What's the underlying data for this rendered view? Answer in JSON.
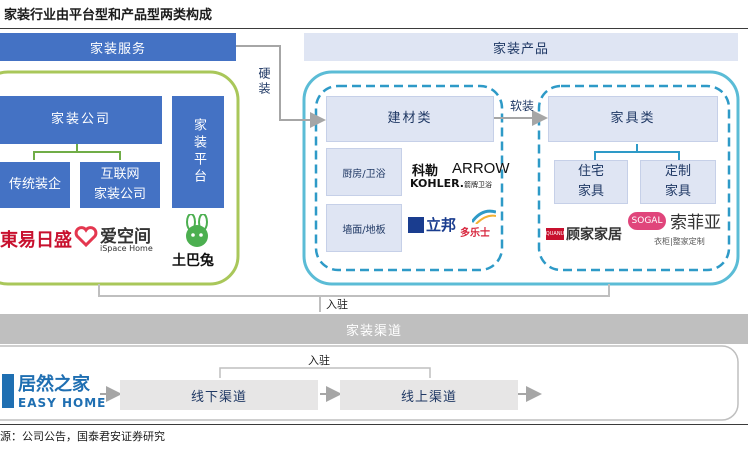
{
  "title": "家装行业由平台型和产品型两类构成",
  "source": "源：公司公告，国泰君安证券研究",
  "service": {
    "header": "家装服务",
    "company_box": "家装公司",
    "platform_box": "家装平台",
    "traditional": "传统装企",
    "internet": [
      "互联网",
      "家装公司"
    ],
    "logos": {
      "dongyi": "東易日盛",
      "ispace": "爱空间",
      "ispace_en": "iSpace Home",
      "tubatu": "土巴兔"
    }
  },
  "products": {
    "header": "家装产品",
    "hard_label": "硬装",
    "soft_label": "软装",
    "building": "建材类",
    "kitchen": "厨房/卫浴",
    "wall": "墙面/地板",
    "furniture": "家具类",
    "residential": [
      "住宅",
      "家具"
    ],
    "custom": [
      "定制",
      "家具"
    ],
    "logos": {
      "kohler_cn": "科勒",
      "kohler_en": "KOHLER.",
      "arrow_en": "ARROW",
      "arrow_cn": "箭牌卫浴",
      "libang": "立邦",
      "duoleshi": "多乐士",
      "quanyou_badge": "QUANU",
      "quanyou": "顾家家居",
      "sogal": "SOGAL",
      "suofeiya": "索菲亚",
      "suofeiya_sub": "衣柜|整家定制"
    }
  },
  "entry_label": "入驻",
  "channel": {
    "header": "家装渠道",
    "entry_label": "入驻",
    "offline": "线下渠道",
    "online": "线上渠道",
    "easyhome_cn": "居然之家",
    "easyhome_en": "EASY HOME"
  },
  "colors": {
    "dark_blue": "#4472c4",
    "light_blue": "#dfe5f3",
    "green_outline": "#a9c75a",
    "cyan_outline": "#5bbcd6",
    "gray": "#bfbfbf"
  }
}
